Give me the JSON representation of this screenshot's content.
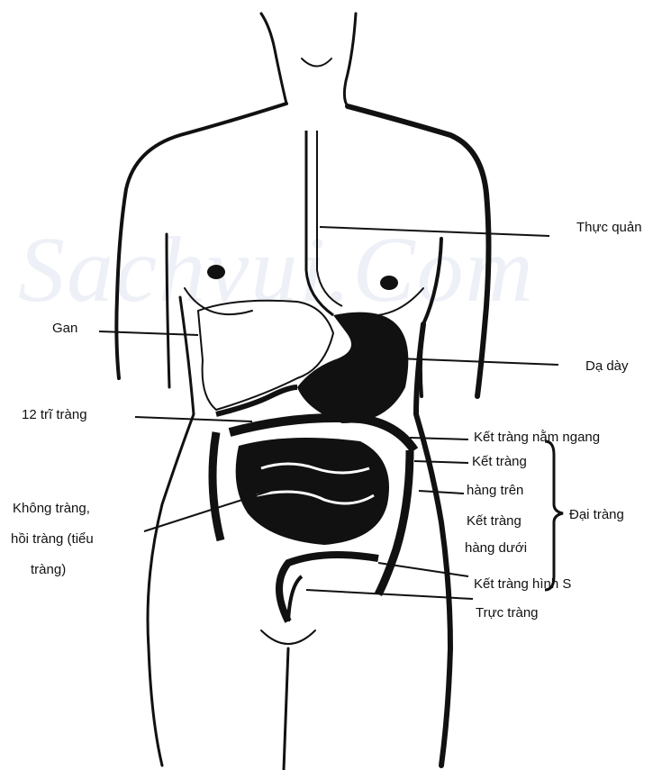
{
  "watermark": "Sachvui.Com",
  "labels": {
    "thuc_quan": "Thực quản",
    "gan": "Gan",
    "da_day": "Dạ dày",
    "ta_trang": "12 trĩ tràng",
    "ket_trang_nam_ngang": "Kết tràng nằm ngang",
    "ket_trang_1": "Kết tràng",
    "hang_tren": "hàng trên",
    "ket_trang_2": "Kết tràng",
    "hang_duoi": "hàng dưới",
    "dai_trang": "Đại tràng",
    "khong_trang_1": "Không tràng,",
    "khong_trang_2": "hồi tràng (tiểu",
    "khong_trang_3": "tràng)",
    "ket_trang_hinh_s": "Kết tràng hình S",
    "truc_trang": "Trực tràng"
  }
}
